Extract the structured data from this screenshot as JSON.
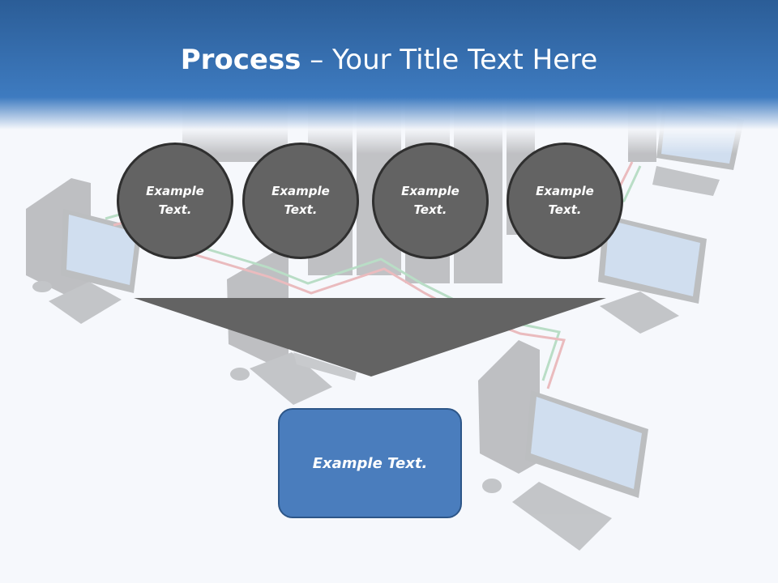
{
  "slide": {
    "title_bold": "Process",
    "title_rest": " – Your Title Text Here",
    "steps": [
      {
        "label": "Example Text."
      },
      {
        "label": "Example Text."
      },
      {
        "label": "Example Text."
      },
      {
        "label": "Example Text."
      }
    ],
    "result_label": "Example Text."
  },
  "colors": {
    "header_blue": "#3e7bc0",
    "circle_fill": "#636363",
    "funnel_fill": "#636363",
    "result_fill": "#4a7dbd"
  }
}
